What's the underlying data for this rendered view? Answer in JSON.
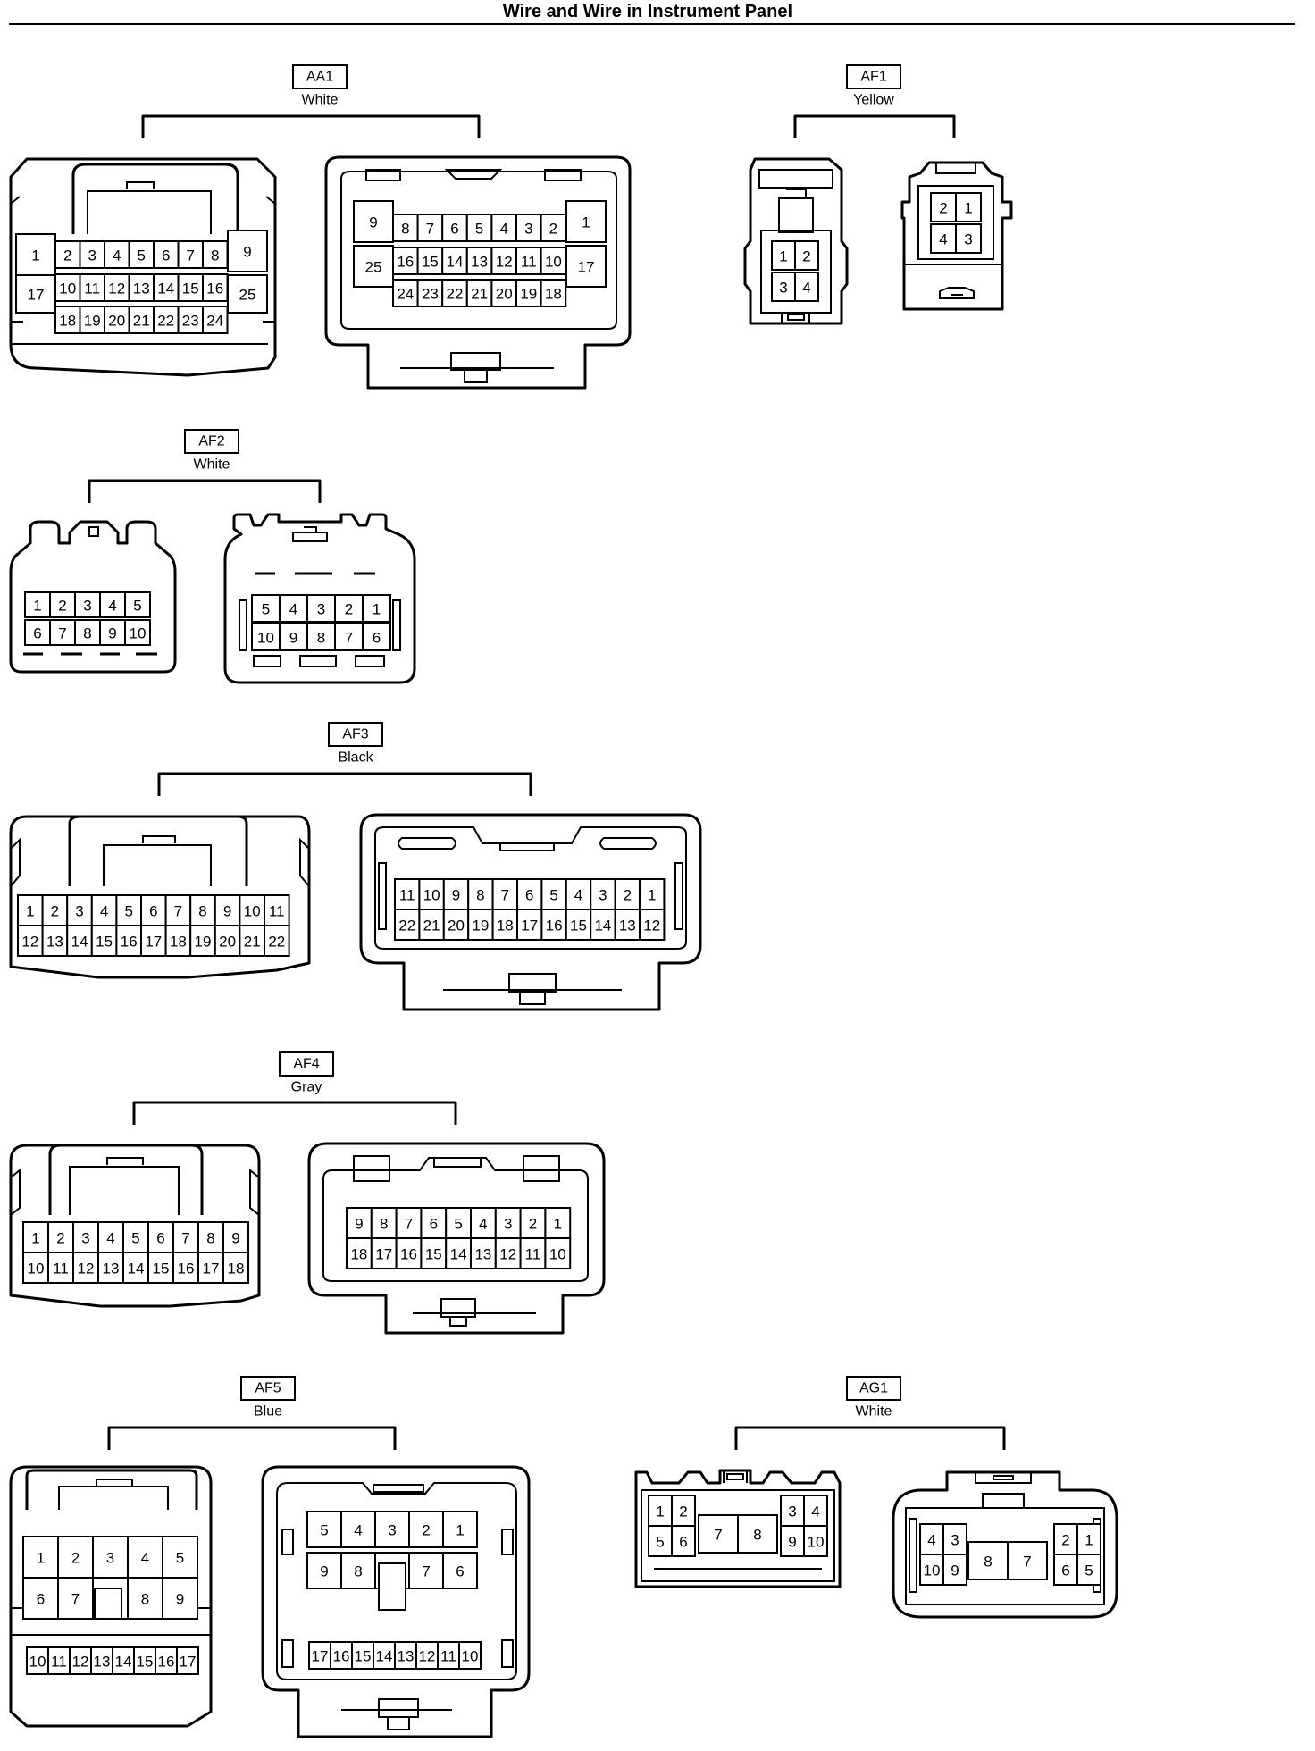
{
  "title": "Wire and Wire in Instrument Panel",
  "connectors": [
    {
      "id": "AA1",
      "color": "White",
      "left_rows": [
        [
          [
            "1"
          ],
          [
            "2",
            "3",
            "4",
            "5",
            "6",
            "7",
            "8"
          ],
          [
            "9"
          ]
        ],
        [
          [
            "17"
          ],
          [
            "10",
            "11",
            "12",
            "13",
            "14",
            "15",
            "16"
          ],
          [
            "25"
          ]
        ],
        [
          [],
          [
            "18",
            "19",
            "20",
            "21",
            "22",
            "23",
            "24"
          ],
          []
        ]
      ],
      "right_rows": [
        [
          [
            "9"
          ],
          [
            "8",
            "7",
            "6",
            "5",
            "4",
            "3",
            "2"
          ],
          [
            "1"
          ]
        ],
        [
          [
            "25"
          ],
          [
            "16",
            "15",
            "14",
            "13",
            "12",
            "11",
            "10"
          ],
          [
            "17"
          ]
        ],
        [
          [],
          [
            "24",
            "23",
            "22",
            "21",
            "20",
            "19",
            "18"
          ],
          []
        ]
      ]
    },
    {
      "id": "AF1",
      "color": "Yellow",
      "left_rows": [
        [
          "1",
          "2"
        ],
        [
          "3",
          "4"
        ]
      ],
      "right_rows": [
        [
          "2",
          "1"
        ],
        [
          "4",
          "3"
        ]
      ]
    },
    {
      "id": "AF2",
      "color": "White",
      "left_rows": [
        [
          "1",
          "2",
          "3",
          "4",
          "5"
        ],
        [
          "6",
          "7",
          "8",
          "9",
          "10"
        ]
      ],
      "right_rows": [
        [
          "5",
          "4",
          "3",
          "2",
          "1"
        ],
        [
          "10",
          "9",
          "8",
          "7",
          "6"
        ]
      ]
    },
    {
      "id": "AF3",
      "color": "Black",
      "left_rows": [
        [
          "1",
          "2",
          "3",
          "4",
          "5",
          "6",
          "7",
          "8",
          "9",
          "10",
          "11"
        ],
        [
          "12",
          "13",
          "14",
          "15",
          "16",
          "17",
          "18",
          "19",
          "20",
          "21",
          "22"
        ]
      ],
      "right_rows": [
        [
          "11",
          "10",
          "9",
          "8",
          "7",
          "6",
          "5",
          "4",
          "3",
          "2",
          "1"
        ],
        [
          "22",
          "21",
          "20",
          "19",
          "18",
          "17",
          "16",
          "15",
          "14",
          "13",
          "12"
        ]
      ]
    },
    {
      "id": "AF4",
      "color": "Gray",
      "left_rows": [
        [
          "1",
          "2",
          "3",
          "4",
          "5",
          "6",
          "7",
          "8",
          "9"
        ],
        [
          "10",
          "11",
          "12",
          "13",
          "14",
          "15",
          "16",
          "17",
          "18"
        ]
      ],
      "right_rows": [
        [
          "9",
          "8",
          "7",
          "6",
          "5",
          "4",
          "3",
          "2",
          "1"
        ],
        [
          "18",
          "17",
          "16",
          "15",
          "14",
          "13",
          "12",
          "11",
          "10"
        ]
      ]
    },
    {
      "id": "AF5",
      "color": "Blue",
      "left_rows": [
        [
          "1",
          "2",
          "3",
          "4",
          "5"
        ],
        [
          "6",
          "7",
          "",
          "8",
          "9"
        ],
        [
          "10",
          "11",
          "12",
          "13",
          "14",
          "15",
          "16",
          "17"
        ]
      ],
      "right_rows": [
        [
          "5",
          "4",
          "3",
          "2",
          "1"
        ],
        [
          "9",
          "8",
          "",
          "7",
          "6"
        ],
        [
          "17",
          "16",
          "15",
          "14",
          "13",
          "12",
          "11",
          "10"
        ]
      ]
    },
    {
      "id": "AG1",
      "color": "White",
      "left_rows": [
        [
          "1",
          "2"
        ],
        [
          "3",
          "4"
        ],
        [
          "5",
          "6"
        ],
        [
          "7"
        ],
        [
          "8"
        ],
        [
          "9",
          "10"
        ]
      ],
      "right_rows": [
        [
          "4",
          "3"
        ],
        [
          "2",
          "1"
        ],
        [
          "10",
          "9"
        ],
        [
          "8"
        ],
        [
          "7"
        ],
        [
          "6",
          "5"
        ]
      ]
    }
  ]
}
